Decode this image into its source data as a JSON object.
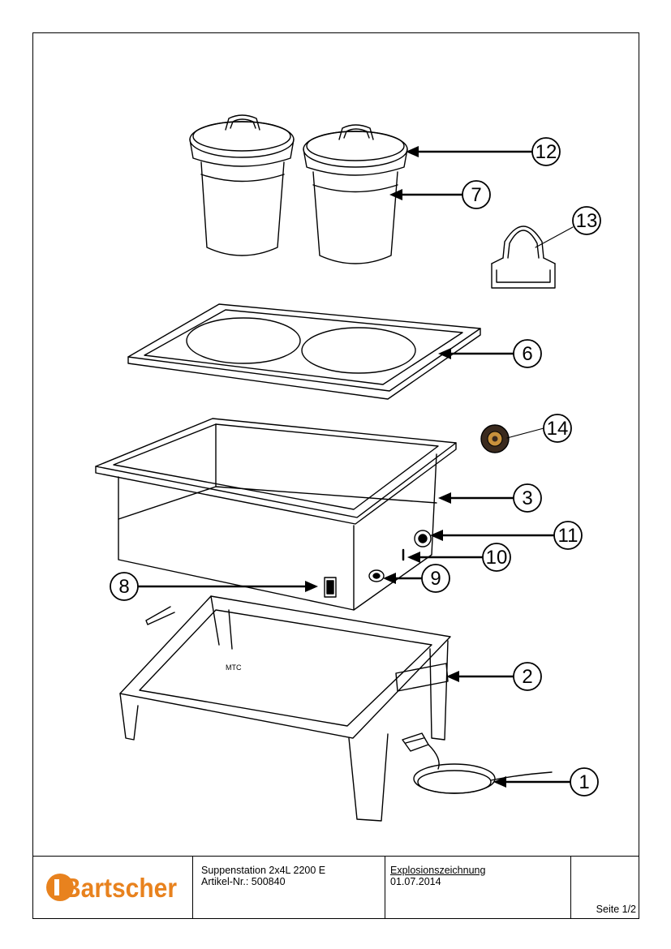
{
  "callouts": [
    {
      "number": "1",
      "part": "power-cord"
    },
    {
      "number": "2",
      "part": "frame-stand"
    },
    {
      "number": "3",
      "part": "water-basin"
    },
    {
      "number": "6",
      "part": "insert-lid-plate"
    },
    {
      "number": "7",
      "part": "soup-container"
    },
    {
      "number": "8",
      "part": "power-switch"
    },
    {
      "number": "9",
      "part": "control-knob"
    },
    {
      "number": "10",
      "part": "indicator-light"
    },
    {
      "number": "11",
      "part": "power-socket"
    },
    {
      "number": "12",
      "part": "container-lid"
    },
    {
      "number": "13",
      "part": "ladle-holder"
    },
    {
      "number": "14",
      "part": "knob-replacement"
    }
  ],
  "titleblock": {
    "brand": "Bartscher",
    "product_name": "Suppenstation 2x4L 2200 E",
    "article": "Artikel-Nr.: 500840",
    "drawing_type": "Explosionszeichnung",
    "date": "01.07.2014",
    "page": "Seite 1/2"
  },
  "colors": {
    "brand_orange": "#e8821e",
    "line": "#000000",
    "knob_dark": "#3a2a1e",
    "knob_accent": "#c8913c"
  }
}
